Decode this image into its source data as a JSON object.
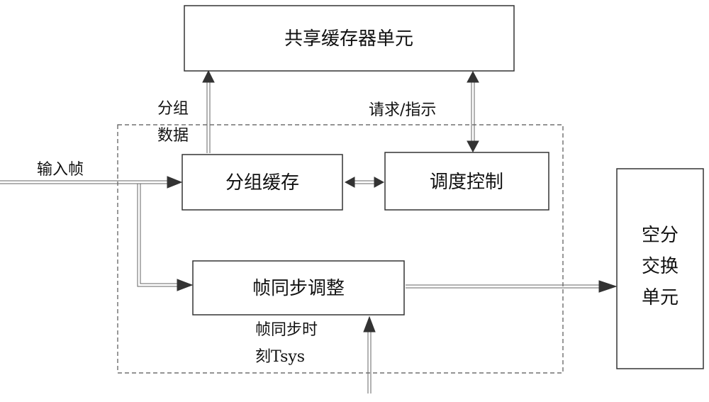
{
  "boxes": {
    "shared_buffer": "共享缓存器单元",
    "packet_buffer": "分组缓存",
    "scheduler": "调度控制",
    "frame_sync": "帧同步调整",
    "space_switch_lines": [
      "空分",
      "交换",
      "单元"
    ]
  },
  "labels": {
    "packet_data_lines": [
      "分组",
      "数据"
    ],
    "request_indication": "请求/指示",
    "input_frame": "输入帧",
    "sync_time_lines": [
      "帧同步时",
      "刻Tsys"
    ]
  }
}
